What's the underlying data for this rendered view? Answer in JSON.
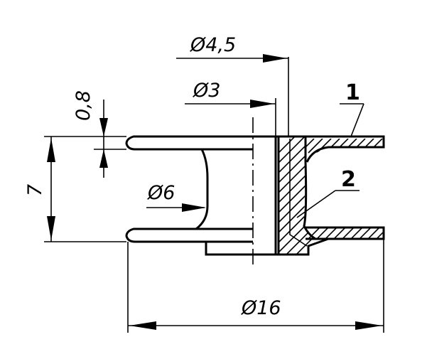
{
  "drawing": {
    "dimensions": {
      "outer_diameter": "Ø16",
      "hole_diameter": "Ø3",
      "collar_diameter": "Ø4,5",
      "core_diameter": "Ø6",
      "flange_thickness": "0,8",
      "height": "7"
    },
    "callouts": {
      "part_1": "1",
      "part_2": "2"
    }
  }
}
